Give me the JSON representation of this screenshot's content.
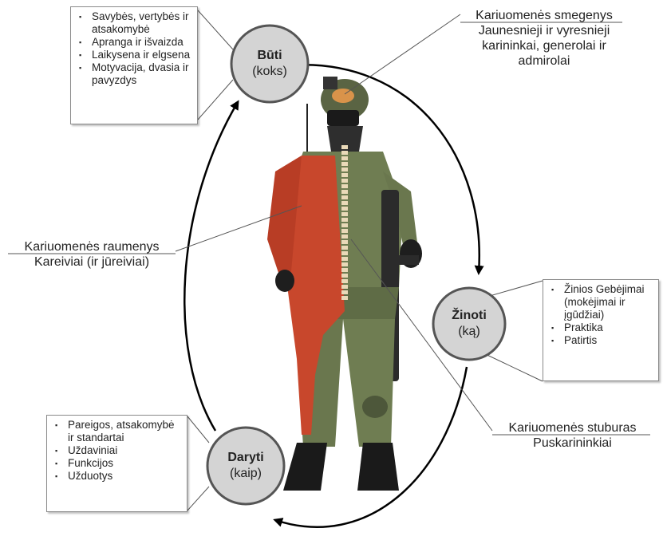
{
  "colors": {
    "circle_fill": "#d4d4d4",
    "circle_stroke": "#555555",
    "loop": "#000000",
    "muscle": "#c8472c",
    "uniform": "#6f7d52"
  },
  "circles": {
    "buti": {
      "title": "Būti",
      "sub": "(koks)"
    },
    "zinoti": {
      "title": "Žinoti",
      "sub": "(ką)"
    },
    "daryti": {
      "title": "Daryti",
      "sub": "(kaip)"
    }
  },
  "boxes": {
    "buti": [
      "Savybės, vertybės ir atsakomybė",
      "Apranga ir išvaizda",
      "Laikysena ir elgsena",
      "Motyvacija, dvasia ir pavyzdys"
    ],
    "zinoti": [
      "Žinios Gebėjimai (mokėjimai ir įgūdžiai)",
      "Praktika",
      "Patirtis"
    ],
    "daryti": [
      "Pareigos, atsakomybė ir standartai",
      "Uždaviniai",
      "Funkcijos",
      "Užduotys"
    ]
  },
  "callouts": {
    "brain": {
      "title": "Kariuomenės smegenys",
      "sub": "Jaunesnieji ir vyresnieji karininkai, generolai ir admirolai"
    },
    "muscles": {
      "title": "Kariuomenės raumenys",
      "sub": "Kareiviai (ir jūreiviai)"
    },
    "spine": {
      "title": "Kariuomenės stuburas",
      "sub": "Puskarininkiai"
    }
  }
}
